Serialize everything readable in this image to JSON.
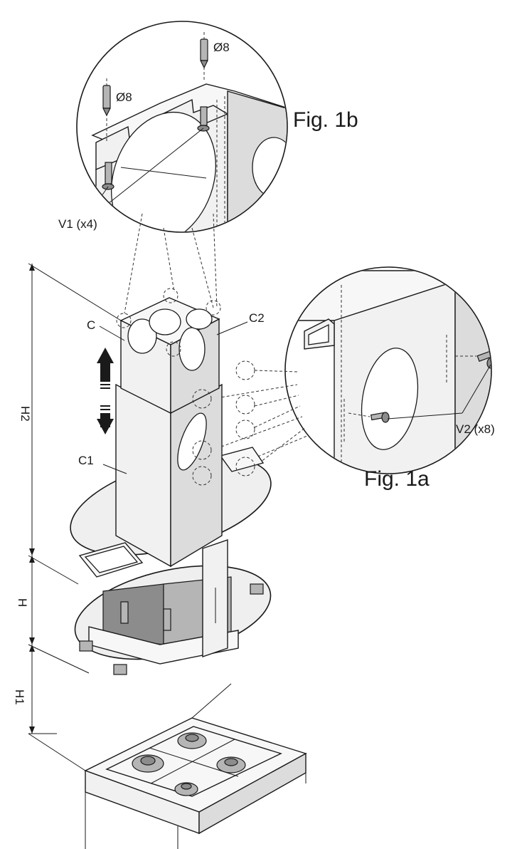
{
  "figures": {
    "fig_1a": "Fig. 1a",
    "fig_1b": "Fig. 1b"
  },
  "parts": {
    "c": "C",
    "c1": "C1",
    "c2": "C2",
    "v1": "V1 (x4)",
    "v2": "V2 (x8)"
  },
  "plugs": {
    "plug_left": "Ø8",
    "plug_top": "Ø8"
  },
  "dimensions": {
    "h2": "H2",
    "h": "H",
    "h1": "H1"
  }
}
